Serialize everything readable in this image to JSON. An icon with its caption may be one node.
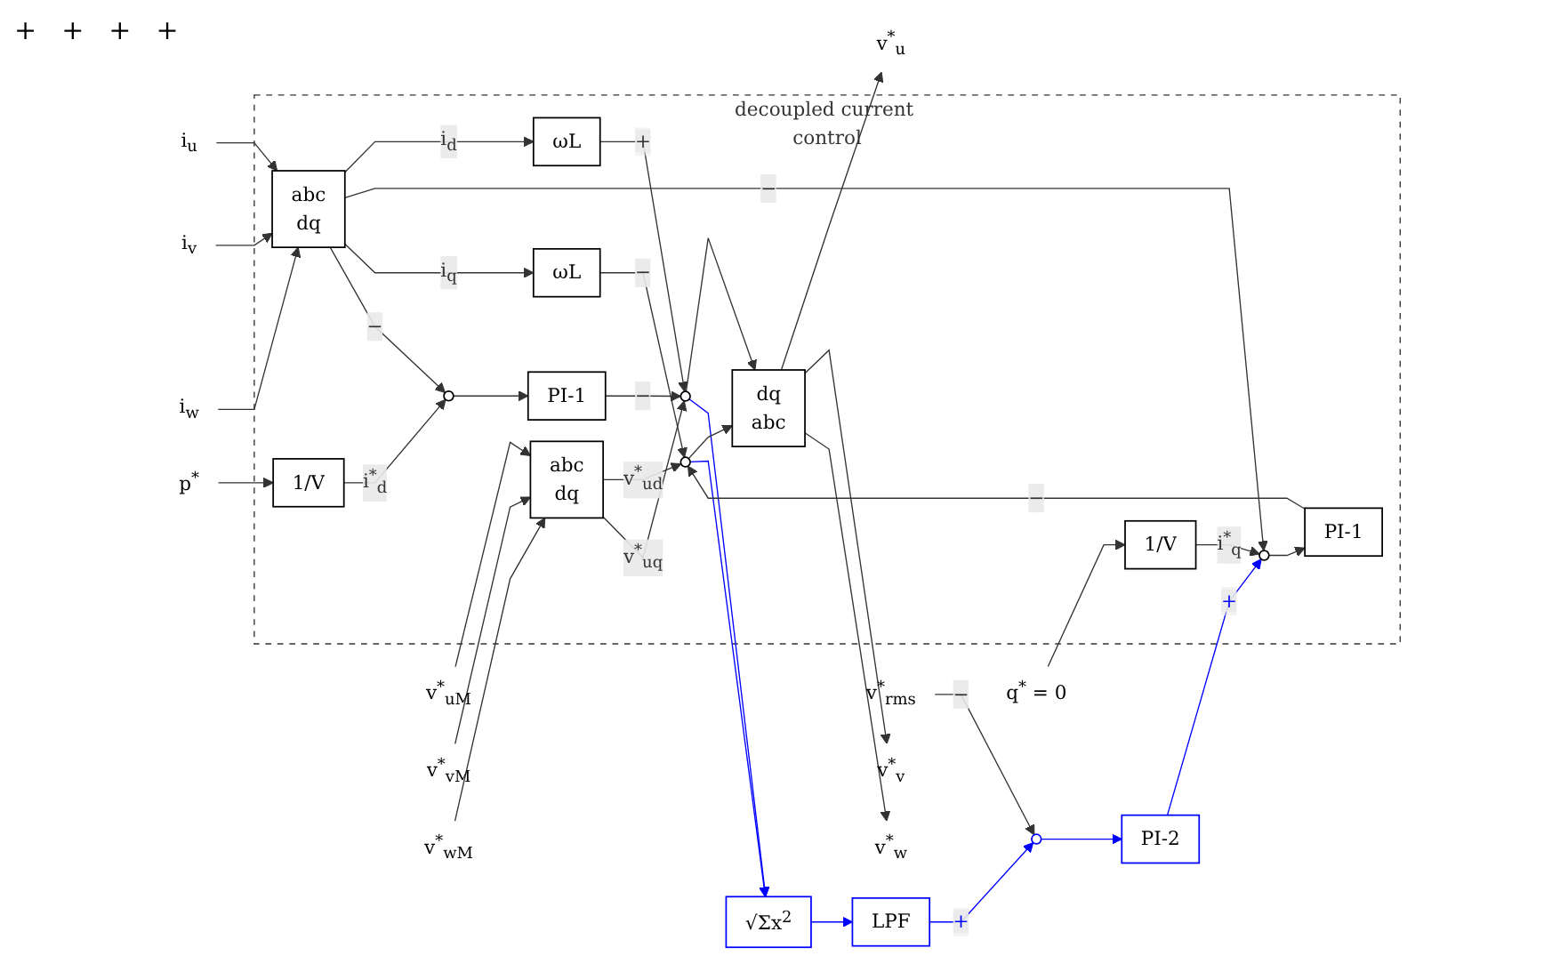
{
  "diagram": {
    "nodes": [
      {
        "text": [
          "decoupled current control"
        ]
      },
      {
        "text": [
          "v$^{*}$$_{uM}$"
        ]
      },
      {
        "text": [
          "v$^{*}$$_{vM}$"
        ]
      },
      {
        "text": [
          "v$^{*}$$_{wM}$"
        ]
      },
      {
        "text": [
          "abc",
          "dq"
        ],
        "in": 0
      },
      {
        "text": [
          "i$_{u}$"
        ]
      },
      {
        "text": [
          "i$_{v}$"
        ]
      },
      {
        "text": [
          "i$_{w}$"
        ]
      },
      {
        "text": [
          "abc",
          "dq"
        ],
        "in": 0
      },
      {
        "text": [
          "ωL"
        ],
        "in": 0
      },
      {
        "text": [],
        "shape": "circle",
        "in": 0
      },
      {
        "text": [
          "dq",
          "abc"
        ],
        "in": 0
      },
      {
        "text": [
          "v$^{*}$$_{u}$"
        ]
      },
      {
        "text": [
          "v$^{*}$$_{v}$"
        ]
      },
      {
        "text": [
          "v$^{*}$$_{w}$"
        ]
      },
      {
        "text": [
          "ωL"
        ],
        "in": 0
      },
      {
        "text": [],
        "shape": "circle",
        "in": 0
      },
      {
        "text": [
          "p$^{*}$"
        ]
      },
      {
        "text": [
          "1/V"
        ],
        "in": 0
      },
      {
        "text": [],
        "shape": "circle",
        "in": 0
      },
      {
        "text": [
          "PI-1"
        ],
        "in": 0
      },
      {
        "text": [
          "√Σx$^{2}$"
        ]
      },
      {
        "text": [
          "q$^{*}$ = 0"
        ]
      },
      {
        "text": [
          "1/V"
        ],
        "in": 0
      },
      {
        "text": [],
        "shape": "circle",
        "in": 0
      },
      {
        "text": [
          "PI-1"
        ],
        "in": 0
      },
      {
        "text": [
          "PI-2"
        ]
      },
      {
        "text": [],
        "shape": "circle"
      },
      {
        "text": [
          "LPF"
        ]
      },
      {
        "text": [
          "v$^{*}$$_{rms}$"
        ]
      }
    ],
    "edges": [
      {
        "from": 1,
        "to": 4,
        "arrow": "to"
      },
      {
        "from": 2,
        "to": 4,
        "arrow": "to"
      },
      {
        "from": 3,
        "to": 4,
        "arrow": "to"
      },
      {
        "from": 4,
        "to": 16,
        "arrow": "to",
        "label": "v$^{*}$$_{ud}$"
      },
      {
        "from": 4,
        "to": 10,
        "arrow": "to",
        "label": "v$^{*}$$_{uq}$"
      },
      {
        "from": 5,
        "to": 8,
        "arrow": "to"
      },
      {
        "from": 6,
        "to": 8,
        "arrow": "to"
      },
      {
        "from": 7,
        "to": 8,
        "arrow": "to"
      },
      {
        "from": 8,
        "to": 9,
        "arrow": "to",
        "label": "i$_{d}$"
      },
      {
        "from": 8,
        "to": 24,
        "arrow": "to",
        "label": "−"
      },
      {
        "from": 9,
        "to": 10,
        "arrow": "to",
        "label": "+"
      },
      {
        "from": 10,
        "to": 11,
        "arrow": "to"
      },
      {
        "from": 10,
        "to": 21,
        "arrow": "to",
        "color": "#0000ff"
      },
      {
        "from": 11,
        "to": 12,
        "arrow": "to"
      },
      {
        "from": 11,
        "to": 13,
        "arrow": "to"
      },
      {
        "from": 11,
        "to": 14,
        "arrow": "to"
      },
      {
        "from": 8,
        "to": 15,
        "arrow": "to",
        "label": "i$_{q}$"
      },
      {
        "from": 8,
        "to": 19,
        "arrow": "to",
        "label": "−"
      },
      {
        "from": 15,
        "to": 16,
        "arrow": "to",
        "label": "−"
      },
      {
        "from": 16,
        "to": 11,
        "arrow": "to"
      },
      {
        "from": 16,
        "to": 21,
        "arrow": "to",
        "color": "#0000ff"
      },
      {
        "from": 17,
        "to": 18,
        "arrow": "to"
      },
      {
        "from": 18,
        "to": 19,
        "arrow": "to",
        "label": "i$^{*}$$_{d}$"
      },
      {
        "from": 19,
        "to": 20,
        "arrow": "to"
      },
      {
        "from": 20,
        "to": 10,
        "arrow": "to",
        "label": "−"
      },
      {
        "from": 22,
        "to": 23,
        "arrow": "to"
      },
      {
        "from": 23,
        "to": 24,
        "arrow": "to",
        "label": "i$^{*}$$_{q}$"
      },
      {
        "from": 24,
        "to": 25,
        "arrow": "to"
      },
      {
        "from": 25,
        "to": 16,
        "arrow": "to",
        "label": "−"
      },
      {
        "from": 21,
        "to": 28,
        "arrow": "to",
        "color": "#0000ff"
      },
      {
        "from": 28,
        "to": 27,
        "arrow": "to",
        "label": "+",
        "color": "#0000ff"
      },
      {
        "from": 29,
        "to": 27,
        "arrow": "to",
        "label": "−"
      },
      {
        "from": 27,
        "to": 26,
        "arrow": "to",
        "color": "#0000ff"
      },
      {
        "from": 26,
        "to": 24,
        "arrow": "to",
        "label": "+",
        "color": "#0000ff"
      }
    ],
    "labels": [
      "+",
      "+",
      "+",
      "+"
    ]
  }
}
